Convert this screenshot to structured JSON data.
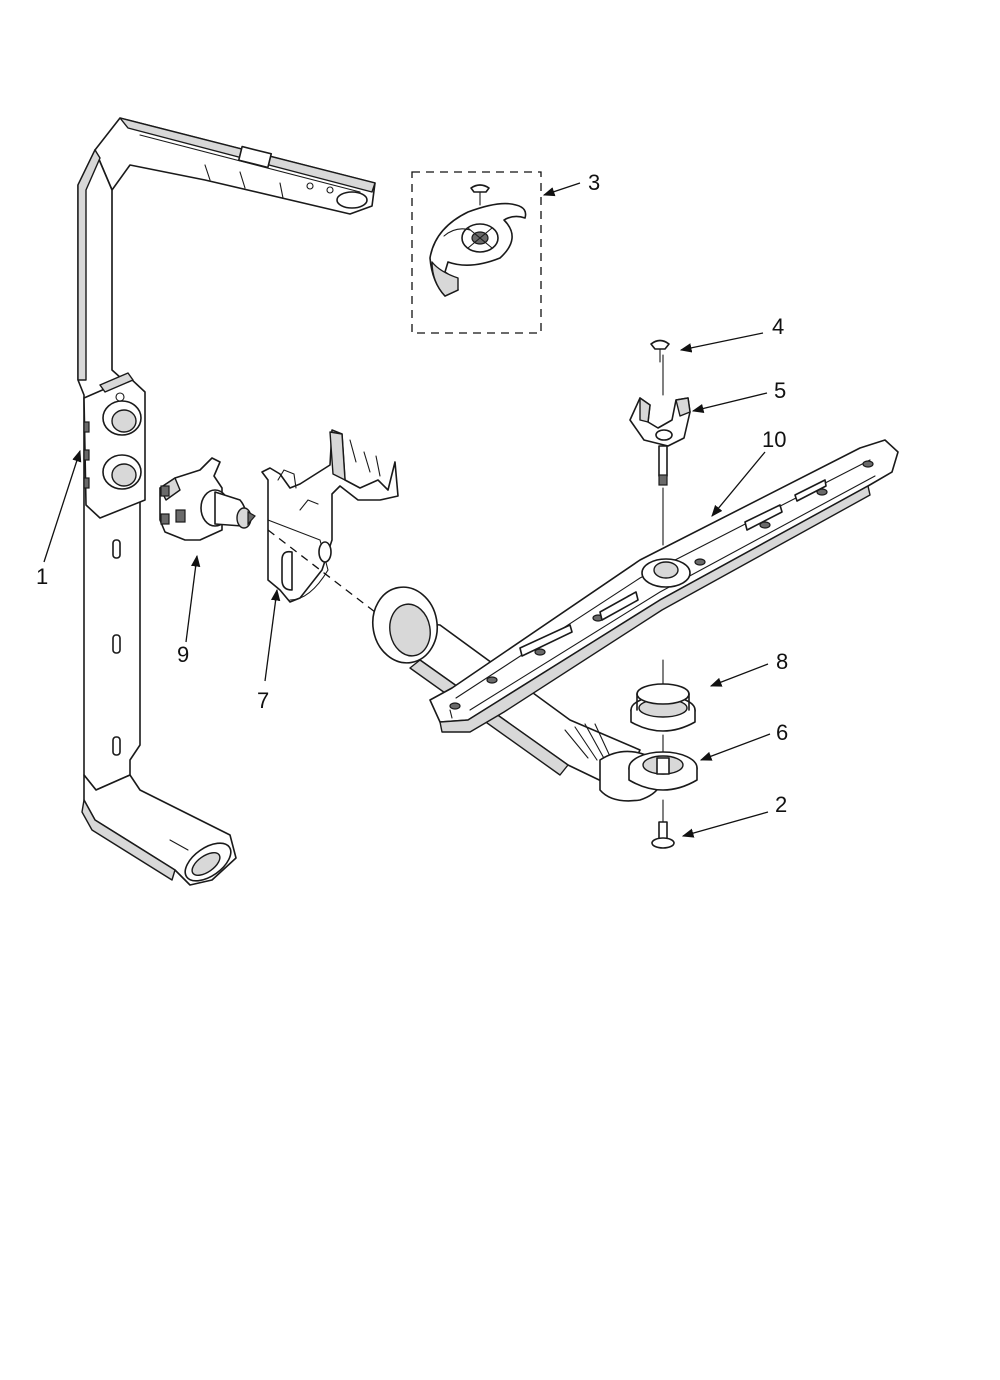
{
  "diagram": {
    "callouts": {
      "c1": "1",
      "c2": "2",
      "c3": "3",
      "c4": "4",
      "c5": "5",
      "c6": "6",
      "c7": "7",
      "c8": "8",
      "c9": "9",
      "c10": "10"
    },
    "line_color": "#1a1a1a",
    "shade_color": "#d8d8d8"
  }
}
